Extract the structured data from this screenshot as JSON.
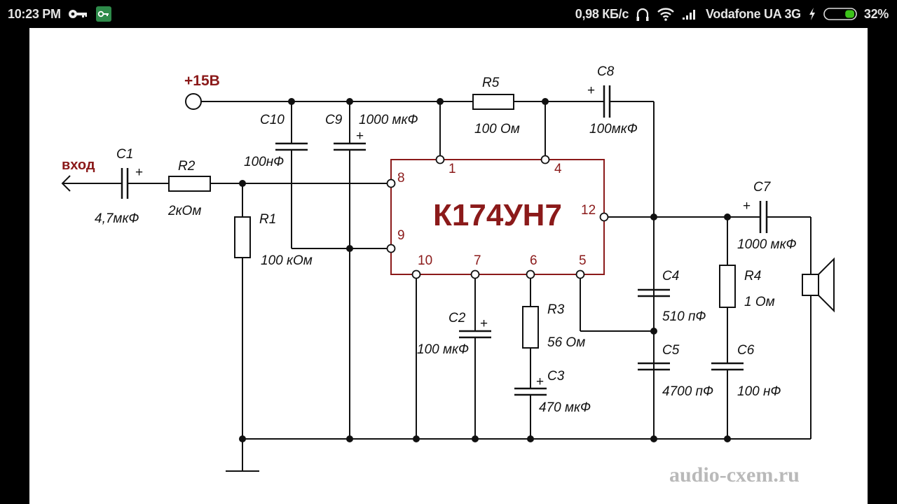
{
  "status_bar": {
    "time": "10:23 PM",
    "left_icons": [
      "key-icon",
      "vpn-key-app-icon"
    ],
    "net_speed": "0,98 КБ/с",
    "carrier": "Vodafone UA 3G",
    "battery_percent": "32%",
    "battery_level": 0.32,
    "right_icons": [
      "headphones-icon",
      "wifi-icon",
      "signal-icon",
      "charging-icon",
      "battery-icon"
    ],
    "battery_color": "#3cc31a",
    "vpn_app_color": "#2e8b4a"
  },
  "schematic": {
    "ic": {
      "name": "К174УН7",
      "pins": [
        "1",
        "4",
        "8",
        "9",
        "12",
        "10",
        "7",
        "6",
        "5"
      ],
      "color": "#8b1a1a"
    },
    "power": "+15В",
    "input_label": "вход",
    "components": {
      "C1": {
        "ref": "C1",
        "value": "4,7мкФ",
        "polarity": "+"
      },
      "R2": {
        "ref": "R2",
        "value": "2кОм"
      },
      "R1": {
        "ref": "R1",
        "value": "100 кОм"
      },
      "C10": {
        "ref": "C10",
        "value": "100нФ"
      },
      "C9": {
        "ref": "C9",
        "value": "1000 мкФ",
        "polarity": "+"
      },
      "R5": {
        "ref": "R5",
        "value": "100 Ом"
      },
      "C8": {
        "ref": "C8",
        "value": "100мкФ",
        "polarity": "+"
      },
      "C2": {
        "ref": "C2",
        "value": "100 мкФ",
        "polarity": "+"
      },
      "R3": {
        "ref": "R3",
        "value": "56 Ом"
      },
      "C3": {
        "ref": "C3",
        "value": "470 мкФ",
        "polarity": "+"
      },
      "C4": {
        "ref": "C4",
        "value": "510 пФ"
      },
      "C5": {
        "ref": "C5",
        "value": "4700 пФ"
      },
      "R4": {
        "ref": "R4",
        "value": "1 Ом"
      },
      "C6": {
        "ref": "C6",
        "value": "100 нФ"
      },
      "C7": {
        "ref": "C7",
        "value": "1000 мкФ",
        "polarity": "+"
      }
    },
    "watermark": "audio-cxem.ru"
  }
}
